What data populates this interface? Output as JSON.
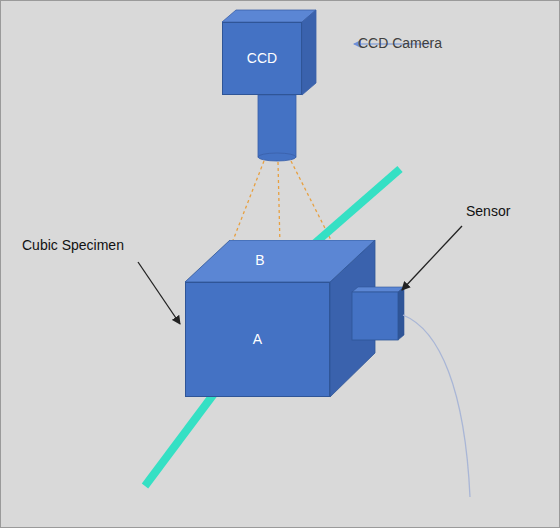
{
  "diagram": {
    "nodes": [
      {
        "text": [
          "CCD"
        ]
      },
      {
        "text": [
          "B"
        ]
      },
      {
        "text": [
          "A"
        ]
      }
    ],
    "labels": [
      "CCD Camera",
      "Cubic Specimen",
      "Sensor"
    ]
  }
}
